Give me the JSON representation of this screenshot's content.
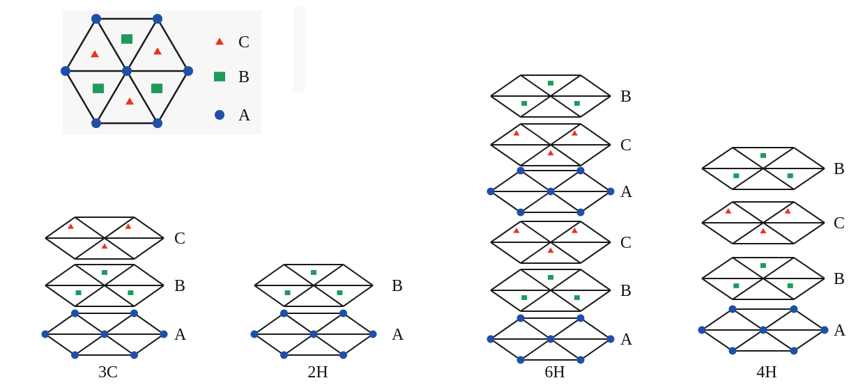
{
  "colors": {
    "A": "#1f4fa8",
    "B": "#1e9a5a",
    "C": "#e8331f",
    "line": "#1a1a1a"
  },
  "legend": {
    "items": [
      {
        "type": "C",
        "label": "C",
        "marker": "triangle"
      },
      {
        "type": "B",
        "label": "B",
        "marker": "square"
      },
      {
        "type": "A",
        "label": "A",
        "marker": "circle"
      }
    ]
  },
  "polytypes": [
    {
      "name": "3C",
      "layers": [
        "C",
        "B",
        "A"
      ]
    },
    {
      "name": "2H",
      "layers": [
        "B",
        "A"
      ]
    },
    {
      "name": "6H",
      "layers": [
        "B",
        "C",
        "A",
        "C",
        "B",
        "A"
      ]
    },
    {
      "name": "4H",
      "layers": [
        "B",
        "C",
        "B",
        "A"
      ]
    }
  ]
}
